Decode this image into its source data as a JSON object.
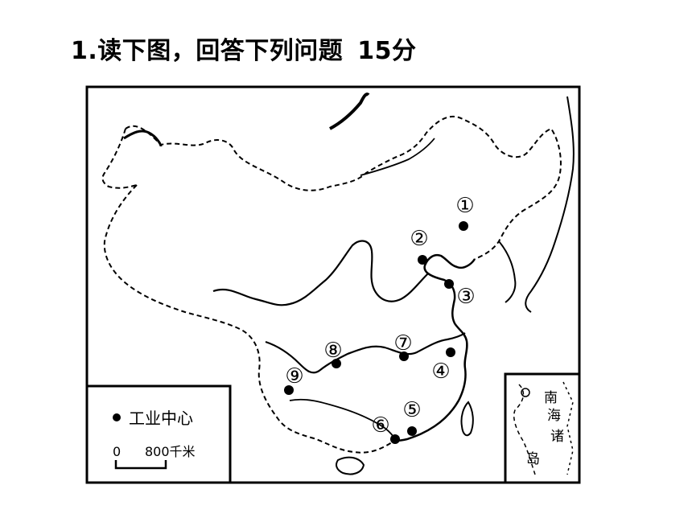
{
  "question": {
    "title_main": "1.读下图，回答下列问题",
    "score": "15分"
  },
  "map": {
    "legend": {
      "symbol_label": "工业中心",
      "scale_zero": "0",
      "scale_value": "800千米"
    },
    "inset_label": [
      "南",
      "海",
      "诸",
      "岛"
    ],
    "markers": [
      {
        "id": "1",
        "label": "①"
      },
      {
        "id": "2",
        "label": "②"
      },
      {
        "id": "3",
        "label": "③"
      },
      {
        "id": "4",
        "label": "④"
      },
      {
        "id": "5",
        "label": "⑤"
      },
      {
        "id": "6",
        "label": "⑥"
      },
      {
        "id": "7",
        "label": "⑦"
      },
      {
        "id": "8",
        "label": "⑧"
      },
      {
        "id": "9",
        "label": "⑨"
      }
    ],
    "colors": {
      "ink": "#000000",
      "paper": "#ffffff"
    }
  }
}
